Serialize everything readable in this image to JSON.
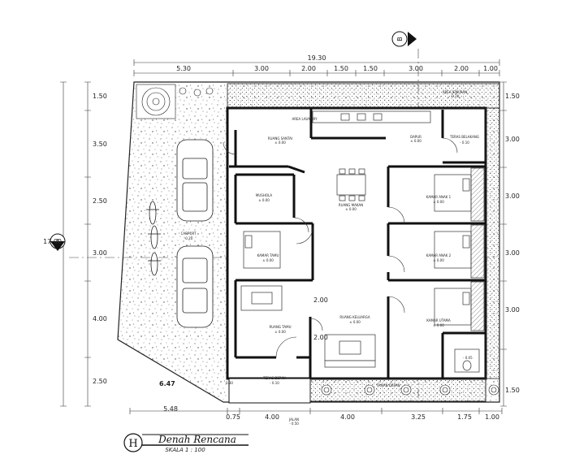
{
  "title": {
    "marker": "H",
    "name": "Denah Rencana",
    "scale": "SKALA 1 : 100"
  },
  "section_markers": {
    "a": "A",
    "b": "B"
  },
  "dims_top": {
    "total": "19.30",
    "segments": [
      "5.30",
      "3.00",
      "2.00",
      "1.50",
      "1.50",
      "3.00",
      "2.00",
      "1.00"
    ]
  },
  "dims_left": {
    "total": "17.00",
    "segments": [
      "1.50",
      "3.50",
      "2.50",
      "3.00",
      "4.00",
      "2.50"
    ]
  },
  "dims_right": {
    "segments": [
      "1.50",
      "3.00",
      "3.00",
      "3.00",
      "3.00",
      "1.50"
    ]
  },
  "dims_bottom": {
    "segments": [
      "5.48",
      "0.75",
      "4.00",
      "4.00",
      "3.25",
      "1.75",
      "1.00"
    ]
  },
  "dims_inner": {
    "diagonal": "6.47",
    "v1": "2.00",
    "v2": "2.00",
    "small": "0.30"
  },
  "rooms": {
    "ruang_santai": "RUANG SANTAI",
    "ruang_santai_lvl": "± 0.00",
    "area_laundry": "AREA LAUNDRY",
    "area_jemuran": "AREA JEMURAN",
    "area_jemuran_lvl": "-0.20",
    "dapur": "DAPUR",
    "dapur_lvl": "± 0.00",
    "teras_belakang": "TERAS BELAKANG",
    "teras_belakang_lvl": "- 0.10",
    "mushola": "MUSHOLA",
    "mushola_lvl": "± 0.00",
    "ruang_makan": "RUANG MAKAN",
    "ruang_makan_lvl": "± 0.00",
    "kamar_anak1": "KAMAR ANAK 1",
    "kamar_anak1_lvl": "± 0.00",
    "carport": "CARPORT",
    "carport_lvl": "-0.20",
    "kamar_tamu": "KAMAR TAMU",
    "kamar_tamu_lvl": "± 0.00",
    "kamar_anak2": "KAMAR ANAK 2",
    "kamar_anak2_lvl": "± 0.00",
    "ruang_keluarga": "RUANG KELUARGA",
    "ruang_keluarga_lvl": "± 0.00",
    "kamar_utama": "KAMAR UTAMA",
    "kamar_utama_lvl": "± 0.00",
    "ruang_tamu": "RUANG TAMU",
    "ruang_tamu_lvl": "± 0.00",
    "teras_depan": "TERAS DEPAN",
    "teras_depan_lvl": "- 0.10",
    "jalan": "JALAN",
    "jalan_lvl": "- 0.50",
    "taman_depan": "TAMAN DEPAN",
    "wc_lvl": "- 0.05"
  }
}
